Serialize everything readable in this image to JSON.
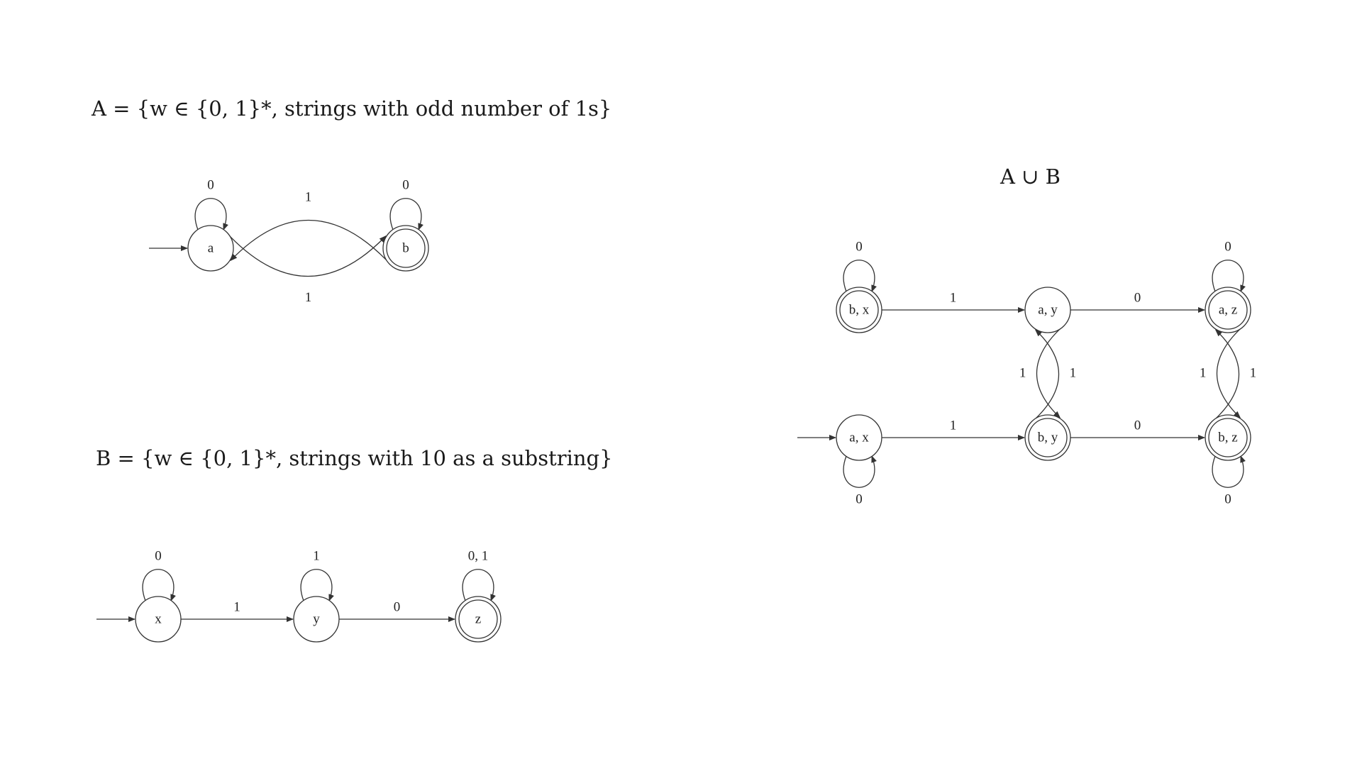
{
  "headings": {
    "a": "A = {w ∈ {0, 1}*, strings with odd number of 1s}",
    "b": "B = {w ∈ {0, 1}*, strings with 10 as a substring}",
    "union": "A ∪ B"
  },
  "colors": {
    "stroke": "#333333",
    "background": "#ffffff"
  },
  "diagrams": [
    {
      "id": "dfa-a",
      "states": [
        {
          "id": "a",
          "label": "a",
          "start": true,
          "accept": false
        },
        {
          "id": "b",
          "label": "b",
          "start": false,
          "accept": true
        }
      ],
      "transitions": [
        {
          "from": "a",
          "to": "a",
          "label": "0"
        },
        {
          "from": "a",
          "to": "b",
          "label": "1"
        },
        {
          "from": "b",
          "to": "a",
          "label": "1"
        },
        {
          "from": "b",
          "to": "b",
          "label": "0"
        }
      ]
    },
    {
      "id": "dfa-b",
      "states": [
        {
          "id": "x",
          "label": "x",
          "start": true,
          "accept": false
        },
        {
          "id": "y",
          "label": "y",
          "start": false,
          "accept": false
        },
        {
          "id": "z",
          "label": "z",
          "start": false,
          "accept": true
        }
      ],
      "transitions": [
        {
          "from": "x",
          "to": "x",
          "label": "0"
        },
        {
          "from": "x",
          "to": "y",
          "label": "1"
        },
        {
          "from": "y",
          "to": "y",
          "label": "1"
        },
        {
          "from": "y",
          "to": "z",
          "label": "0"
        },
        {
          "from": "z",
          "to": "z",
          "label": "0, 1"
        }
      ]
    },
    {
      "id": "dfa-union",
      "states": [
        {
          "id": "bx",
          "label": "b, x",
          "start": false,
          "accept": true
        },
        {
          "id": "ay",
          "label": "a, y",
          "start": false,
          "accept": false
        },
        {
          "id": "az",
          "label": "a, z",
          "start": false,
          "accept": true
        },
        {
          "id": "ax",
          "label": "a, x",
          "start": true,
          "accept": false
        },
        {
          "id": "by",
          "label": "b, y",
          "start": false,
          "accept": true
        },
        {
          "id": "bz",
          "label": "b, z",
          "start": false,
          "accept": true
        }
      ],
      "transitions": [
        {
          "from": "bx",
          "to": "bx",
          "label": "0"
        },
        {
          "from": "bx",
          "to": "ay",
          "label": "1"
        },
        {
          "from": "ay",
          "to": "az",
          "label": "0"
        },
        {
          "from": "az",
          "to": "az",
          "label": "0"
        },
        {
          "from": "ay",
          "to": "by",
          "label": "1"
        },
        {
          "from": "by",
          "to": "ay",
          "label": "1"
        },
        {
          "from": "az",
          "to": "bz",
          "label": "1"
        },
        {
          "from": "bz",
          "to": "az",
          "label": "1"
        },
        {
          "from": "ax",
          "to": "ax",
          "label": "0"
        },
        {
          "from": "ax",
          "to": "by",
          "label": "1"
        },
        {
          "from": "by",
          "to": "bz",
          "label": "0"
        },
        {
          "from": "bz",
          "to": "bz",
          "label": "0"
        }
      ]
    }
  ]
}
